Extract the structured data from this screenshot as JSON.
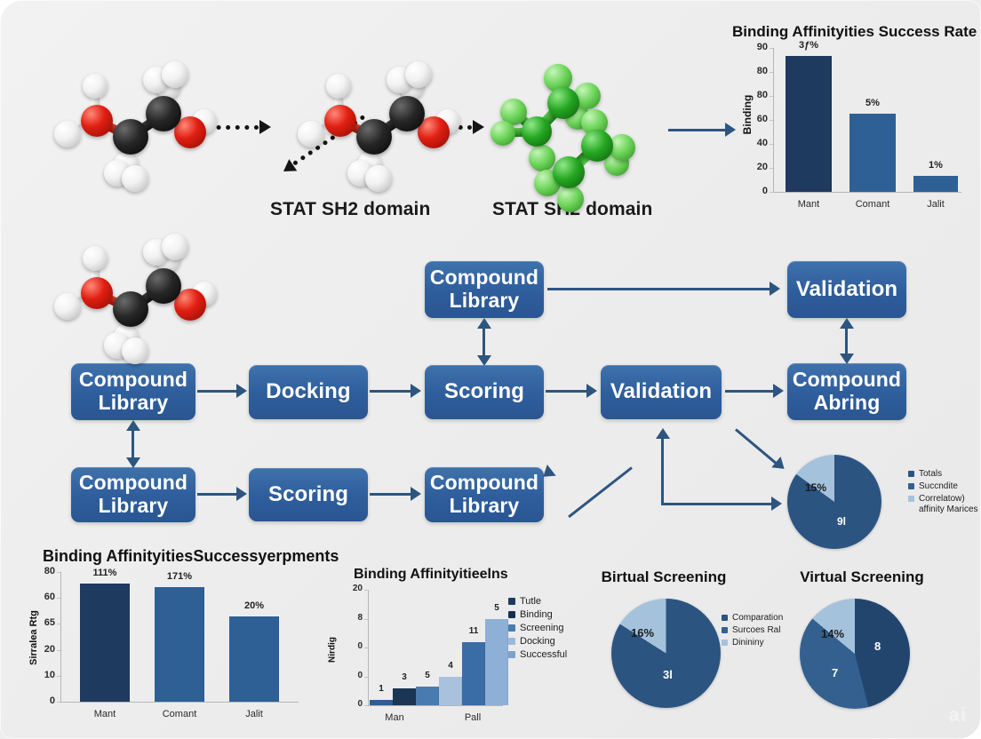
{
  "colors": {
    "box_blue": "#2f5e9c",
    "arrow_blue": "#2d5580",
    "bar_dark": "#1f3a5f",
    "bar_mid": "#2e6096",
    "bar_light": "#9cb9da",
    "pie_dark": "#22456e",
    "pie_mid": "#33608f",
    "pie_light": "#a5c2dd",
    "background": "#eeeeee"
  },
  "molecules": {
    "label_1": "STAT SH2 domain",
    "label_2": "STAT SH2 domain",
    "atom_legend": {
      "carbon": "carbon-atom",
      "oxygen": "oxygen-atom",
      "hydrogen": "hydrogen-atom",
      "halogen": "green-atom"
    }
  },
  "flow": {
    "boxes": [
      {
        "id": "compound-library-top",
        "label": "Compound\nLibrary"
      },
      {
        "id": "validation-top",
        "label": "Validation"
      },
      {
        "id": "compound-library-left",
        "label": "Compound\nLibrary"
      },
      {
        "id": "docking",
        "label": "Docking"
      },
      {
        "id": "scoring-mid",
        "label": "Scoring"
      },
      {
        "id": "validation-mid",
        "label": "Validation"
      },
      {
        "id": "compound-abring",
        "label": "Compound\nAbring"
      },
      {
        "id": "compound-library-bottom",
        "label": "Compound\nLibrary"
      },
      {
        "id": "scoring-bottom",
        "label": "Scoring"
      },
      {
        "id": "compound-library-bot2",
        "label": "Compound\nLibrary"
      }
    ]
  },
  "watermark": "ai",
  "chart_data": [
    {
      "id": "chart-top-right",
      "type": "bar",
      "title": "Binding Affinityities Success Rate",
      "ylabel": "Binding",
      "xlabel": "",
      "categories": [
        "Mant",
        "Comant",
        "Jalit"
      ],
      "values": [
        85,
        49,
        10
      ],
      "data_labels": [
        "3ƒ%",
        "5%",
        "1%"
      ],
      "ytick_labels": [
        "90",
        "80",
        "80",
        "60",
        "40",
        "20",
        "0"
      ],
      "ylim": [
        0,
        90
      ],
      "grid": false,
      "legend": "none",
      "bar_colors": [
        "#1f3a5f",
        "#2e6096",
        "#2e6096"
      ]
    },
    {
      "id": "chart-bottom-left",
      "type": "bar",
      "title": "Binding AffinityitiesSuccessyerpments",
      "ylabel": "Sirralea Rtg",
      "xlabel": "",
      "categories": [
        "Mant",
        "Comant",
        "Jalit"
      ],
      "values": [
        64,
        62,
        46
      ],
      "data_labels": [
        "111%",
        "171%",
        "20%"
      ],
      "ytick_labels": [
        "80",
        "60",
        "65",
        "20",
        "10",
        "0"
      ],
      "ylim": [
        0,
        70
      ],
      "grid": false,
      "legend": "none",
      "bar_colors": [
        "#1f3a5f",
        "#2e6096",
        "#2e6096"
      ]
    },
    {
      "id": "chart-bottom-middle",
      "type": "bar",
      "title": "Binding Affinityitieelns",
      "ylabel": "Nirdig",
      "xlabel": "",
      "categories": [
        "Man",
        "Pall"
      ],
      "ytick_labels": [
        "20",
        "8",
        "0",
        "0",
        "0"
      ],
      "ylim": [
        0,
        20
      ],
      "grid": false,
      "legend": "right",
      "legend_entries": [
        "Tutle",
        "Binding",
        "Screening",
        "Docking",
        "Successful"
      ],
      "legend_colors": [
        "#1f3a5f",
        "#16304f",
        "#4a7bb0",
        "#9cb9da",
        "#7ea2cc"
      ],
      "series": [
        {
          "name": "Man",
          "values": [
            1,
            3,
            5,
            4
          ],
          "labels": [
            "1",
            "3",
            "5",
            "4"
          ]
        },
        {
          "name": "Pall",
          "values": [
            11,
            15
          ],
          "labels": [
            "11",
            "5"
          ]
        }
      ]
    },
    {
      "id": "pie-flow-right",
      "type": "pie",
      "title": "",
      "labels": [
        "Totals",
        "Succndite",
        "Correlatow) affinity Marices"
      ],
      "values": [
        85,
        0,
        15
      ],
      "slice_labels": [
        "9l",
        "",
        "15%"
      ],
      "colors": [
        "#2b5480",
        "#33608f",
        "#a5c2dd"
      ],
      "legend": "right"
    },
    {
      "id": "pie-bottom-middle",
      "type": "pie",
      "title": "Birtual Screening",
      "labels": [
        "Comparation",
        "Surcoes Ral",
        "Dinininy"
      ],
      "values": [
        84,
        0,
        16
      ],
      "slice_labels": [
        "3l",
        "",
        "16%"
      ],
      "colors": [
        "#2b5480",
        "#33608f",
        "#a5c2dd"
      ],
      "legend": "right"
    },
    {
      "id": "pie-bottom-right",
      "type": "pie",
      "title": "Virtual Screening",
      "labels": [],
      "values": [
        46,
        40,
        14
      ],
      "slice_labels": [
        "8",
        "7",
        "14%"
      ],
      "colors": [
        "#22456e",
        "#33608f",
        "#a5c2dd"
      ],
      "legend": "none"
    }
  ]
}
